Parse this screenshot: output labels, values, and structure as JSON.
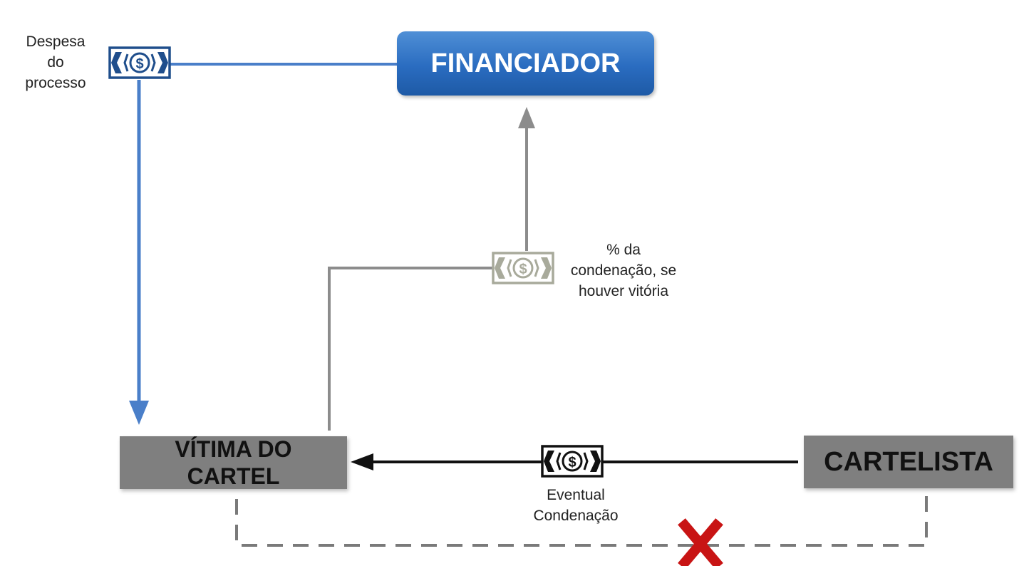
{
  "nodes": {
    "financiador": "FINANCIADOR",
    "vitima_line1": "VÍTIMA DO",
    "vitima_line2": "CARTEL",
    "cartelista": "CARTELISTA"
  },
  "labels": {
    "despesa": [
      "Despesa",
      "do",
      "processo"
    ],
    "condenacao_pct": [
      "% da",
      "condenação, se",
      "houver vitória"
    ],
    "eventual": [
      "Eventual",
      "Condenação"
    ]
  },
  "icons": {
    "money_bill": "dollar-bill-icon",
    "blocked": "red-x-icon"
  },
  "colors": {
    "blue_line": "#4a7fc9",
    "blue_box": "#2a6cc0",
    "grey_line": "#8c8c8c",
    "grey_box": "#7f7f7f",
    "black_line": "#111111",
    "dashed_line": "#7a7a7a",
    "red_x": "#c81414"
  }
}
